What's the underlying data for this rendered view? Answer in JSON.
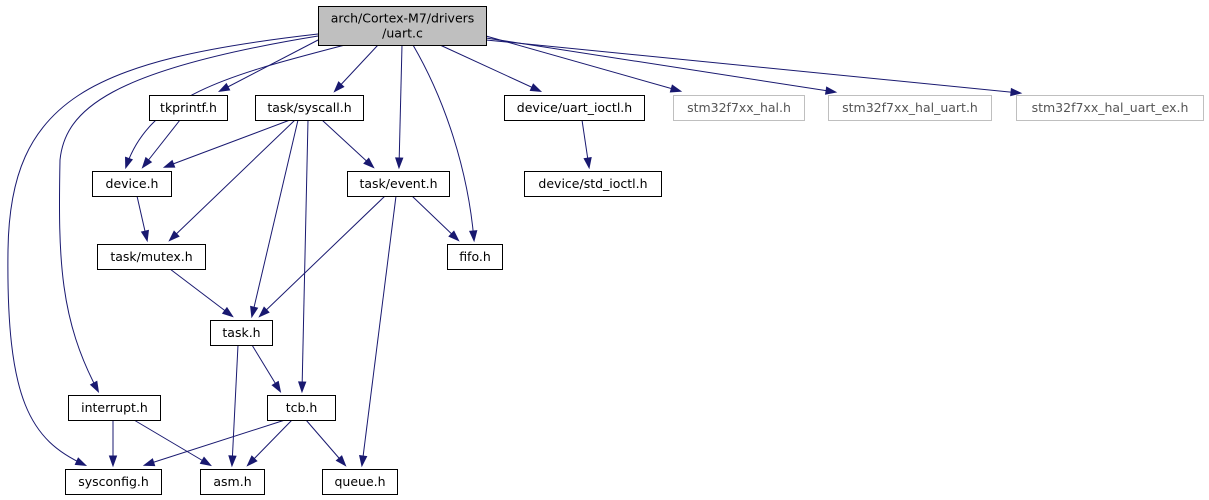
{
  "colors": {
    "edge": "#191970",
    "root_fill": "#bfbfbf",
    "external_border": "#bfbfbf"
  },
  "nodes": {
    "root": {
      "lines": [
        "arch/Cortex-M7/drivers",
        "/uart.c"
      ],
      "kind": "root"
    },
    "tkprintf": {
      "lines": [
        "tkprintf.h"
      ],
      "kind": "normal"
    },
    "syscall": {
      "lines": [
        "task/syscall.h"
      ],
      "kind": "normal"
    },
    "uart_ioctl": {
      "lines": [
        "device/uart_ioctl.h"
      ],
      "kind": "normal"
    },
    "hal": {
      "lines": [
        "stm32f7xx_hal.h"
      ],
      "kind": "external"
    },
    "hal_uart": {
      "lines": [
        "stm32f7xx_hal_uart.h"
      ],
      "kind": "external"
    },
    "hal_uart_ex": {
      "lines": [
        "stm32f7xx_hal_uart_ex.h"
      ],
      "kind": "external"
    },
    "device": {
      "lines": [
        "device.h"
      ],
      "kind": "normal"
    },
    "event": {
      "lines": [
        "task/event.h"
      ],
      "kind": "normal"
    },
    "std_ioctl": {
      "lines": [
        "device/std_ioctl.h"
      ],
      "kind": "normal"
    },
    "mutex": {
      "lines": [
        "task/mutex.h"
      ],
      "kind": "normal"
    },
    "fifo": {
      "lines": [
        "fifo.h"
      ],
      "kind": "normal"
    },
    "task": {
      "lines": [
        "task.h"
      ],
      "kind": "normal"
    },
    "interrupt": {
      "lines": [
        "interrupt.h"
      ],
      "kind": "normal"
    },
    "tcb": {
      "lines": [
        "tcb.h"
      ],
      "kind": "normal"
    },
    "sysconfig": {
      "lines": [
        "sysconfig.h"
      ],
      "kind": "normal"
    },
    "asm": {
      "lines": [
        "asm.h"
      ],
      "kind": "normal"
    },
    "queue": {
      "lines": [
        "queue.h"
      ],
      "kind": "normal"
    }
  },
  "edges": [
    [
      "root",
      "tkprintf"
    ],
    [
      "root",
      "syscall"
    ],
    [
      "root",
      "uart_ioctl"
    ],
    [
      "root",
      "hal"
    ],
    [
      "root",
      "hal_uart"
    ],
    [
      "root",
      "hal_uart_ex"
    ],
    [
      "root",
      "device"
    ],
    [
      "root",
      "event"
    ],
    [
      "root",
      "fifo"
    ],
    [
      "root",
      "interrupt"
    ],
    [
      "root",
      "sysconfig"
    ],
    [
      "tkprintf",
      "device"
    ],
    [
      "syscall",
      "device"
    ],
    [
      "syscall",
      "event"
    ],
    [
      "syscall",
      "mutex"
    ],
    [
      "syscall",
      "task"
    ],
    [
      "syscall",
      "tcb"
    ],
    [
      "uart_ioctl",
      "std_ioctl"
    ],
    [
      "device",
      "mutex"
    ],
    [
      "event",
      "fifo"
    ],
    [
      "event",
      "task"
    ],
    [
      "event",
      "queue"
    ],
    [
      "mutex",
      "task"
    ],
    [
      "task",
      "tcb"
    ],
    [
      "task",
      "asm"
    ],
    [
      "interrupt",
      "sysconfig"
    ],
    [
      "interrupt",
      "asm"
    ],
    [
      "tcb",
      "sysconfig"
    ],
    [
      "tcb",
      "asm"
    ],
    [
      "tcb",
      "queue"
    ]
  ]
}
